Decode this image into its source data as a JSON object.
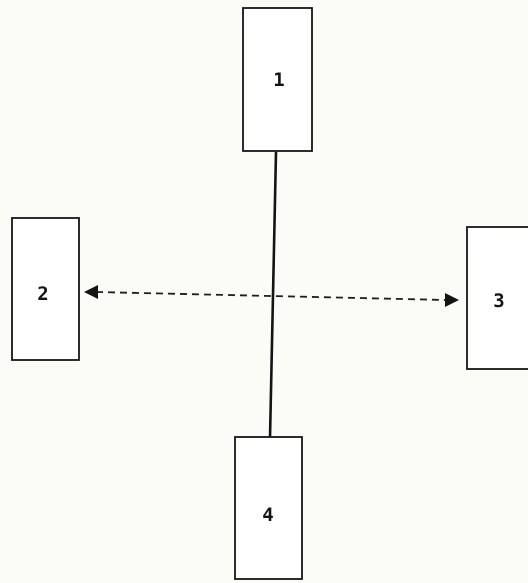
{
  "diagram": {
    "boxes": [
      {
        "id": "box-1",
        "label": "1"
      },
      {
        "id": "box-2",
        "label": "2"
      },
      {
        "id": "box-3",
        "label": "3"
      },
      {
        "id": "box-4",
        "label": "4"
      }
    ],
    "connections": [
      {
        "from": "1",
        "to": "4",
        "style": "solid"
      },
      {
        "from": "2",
        "to": "3",
        "style": "dashed",
        "arrows": "both"
      }
    ],
    "colors": {
      "background": "#fbfbf8",
      "ink": "#141414"
    }
  }
}
